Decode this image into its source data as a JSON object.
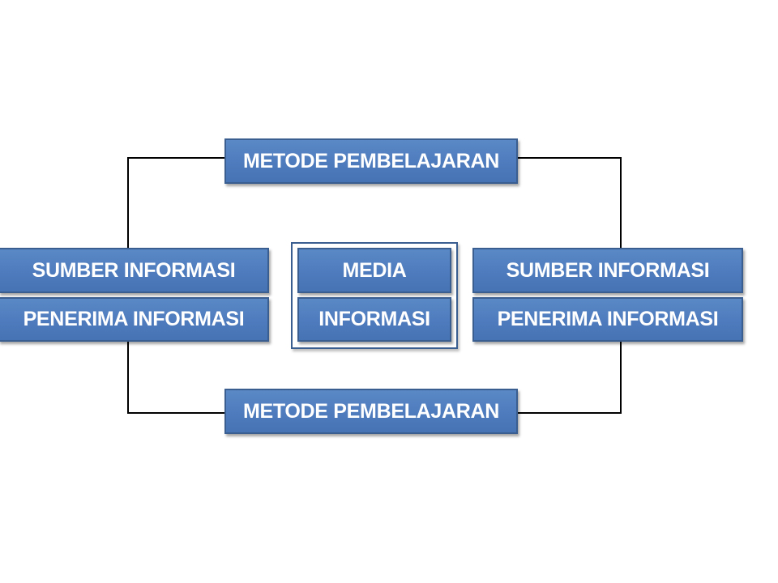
{
  "diagram": {
    "top_method": {
      "label": "METODE PEMBELAJARAN"
    },
    "bottom_method": {
      "label": "METODE PEMBELAJARAN"
    },
    "left": {
      "source": {
        "label": "SUMBER INFORMASI"
      },
      "receiver": {
        "label": "PENERIMA INFORMASI"
      }
    },
    "right": {
      "source": {
        "label": "SUMBER INFORMASI"
      },
      "receiver": {
        "label": "PENERIMA INFORMASI"
      }
    },
    "center": {
      "media": {
        "label": "MEDIA"
      },
      "information": {
        "label": "INFORMASI"
      }
    },
    "colors": {
      "box_fill": "#4f81bd",
      "box_border": "#3a5e8f",
      "text": "#ffffff",
      "connector": "#000000"
    }
  }
}
